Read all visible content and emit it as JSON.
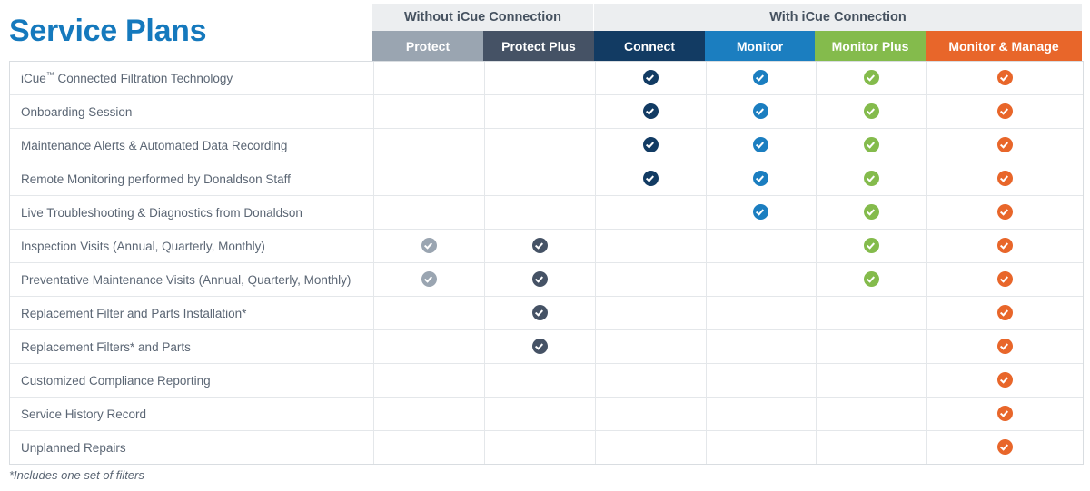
{
  "page_title": "Service Plans",
  "colors": {
    "title_blue": "#1579bd",
    "group_band_bg": "#eceef0",
    "protect": "#9aa5b1",
    "protect_plus": "#455265",
    "connect": "#123b63",
    "monitor": "#1b7ec0",
    "monitor_plus": "#84bb4c",
    "monitor_manage": "#e8662a"
  },
  "groups": [
    {
      "label": "Without iCue Connection",
      "span": 2
    },
    {
      "label": "With iCue Connection",
      "span": 4
    }
  ],
  "columns": [
    {
      "key": "feature",
      "label": "",
      "color": ""
    },
    {
      "key": "protect",
      "label": "Protect",
      "color": "#9aa5b1"
    },
    {
      "key": "protect_plus",
      "label": "Protect Plus",
      "color": "#455265"
    },
    {
      "key": "connect",
      "label": "Connect",
      "color": "#123b63"
    },
    {
      "key": "monitor",
      "label": "Monitor",
      "color": "#1b7ec0"
    },
    {
      "key": "monitor_plus",
      "label": "Monitor Plus",
      "color": "#84bb4c"
    },
    {
      "key": "monitor_manage",
      "label": "Monitor & Manage",
      "color": "#e8662a"
    }
  ],
  "rows": [
    {
      "feature": "iCue™ Connected Filtration Technology",
      "tm": true,
      "feature_plain": "iCue Connected Filtration Technology",
      "marks": [
        false,
        false,
        true,
        true,
        true,
        true
      ]
    },
    {
      "feature": "Onboarding Session",
      "tm": false,
      "marks": [
        false,
        false,
        true,
        true,
        true,
        true
      ]
    },
    {
      "feature": "Maintenance Alerts & Automated Data Recording",
      "tm": false,
      "marks": [
        false,
        false,
        true,
        true,
        true,
        true
      ]
    },
    {
      "feature": "Remote Monitoring performed by Donaldson Staff",
      "tm": false,
      "marks": [
        false,
        false,
        true,
        true,
        true,
        true
      ]
    },
    {
      "feature": "Live Troubleshooting & Diagnostics from Donaldson",
      "tm": false,
      "marks": [
        false,
        false,
        false,
        true,
        true,
        true
      ]
    },
    {
      "feature": "Inspection Visits (Annual, Quarterly, Monthly)",
      "tm": false,
      "marks": [
        true,
        true,
        false,
        false,
        true,
        true
      ]
    },
    {
      "feature": "Preventative Maintenance Visits (Annual, Quarterly, Monthly)",
      "tm": false,
      "marks": [
        true,
        true,
        false,
        false,
        true,
        true
      ]
    },
    {
      "feature": "Replacement Filter and Parts Installation*",
      "tm": false,
      "marks": [
        false,
        true,
        false,
        false,
        false,
        true
      ]
    },
    {
      "feature": "Replacement Filters* and Parts",
      "tm": false,
      "marks": [
        false,
        true,
        false,
        false,
        false,
        true
      ]
    },
    {
      "feature": "Customized Compliance Reporting",
      "tm": false,
      "marks": [
        false,
        false,
        false,
        false,
        false,
        true
      ]
    },
    {
      "feature": "Service History Record",
      "tm": false,
      "marks": [
        false,
        false,
        false,
        false,
        false,
        true
      ]
    },
    {
      "feature": "Unplanned Repairs",
      "tm": false,
      "marks": [
        false,
        false,
        false,
        false,
        false,
        true
      ]
    }
  ],
  "footnote": "*Includes one set of filters"
}
